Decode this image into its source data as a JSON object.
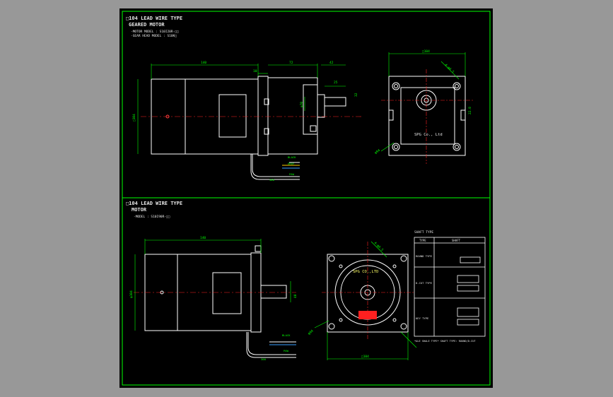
{
  "colors": {
    "background": "#989898",
    "sheet": "#000000",
    "frame": "#00ff00",
    "outline": "#ffffff",
    "centerline": "#ff2020",
    "dimension": "#00ff00",
    "text": "#e6e6e6",
    "wire_blue": "#3aa0ff",
    "wire_yellow": "#ffd000",
    "hatch_red": "#ff2020"
  },
  "top_section": {
    "title_line": "□104 LEAD WIRE TYPE",
    "subtitle": "GEARED MOTOR",
    "model_line_1": "-MOTOR MODEL : S10I20R-□□",
    "model_line_2": "-GEAR HEAD MODEL : S10K□",
    "dims": {
      "motor_length": "140",
      "gap": "10",
      "gear_length": "72",
      "tip": "42",
      "shaft": "32",
      "height": "□104",
      "diameter": "φ70",
      "flange": "□104",
      "bolt_circle": "4-φ6.5",
      "pcd": "φ94",
      "key": "25",
      "side": "22.8"
    },
    "labels": {
      "lead_1": "BLACK",
      "lead_2": "GRAY",
      "lead_3": "PAW",
      "lead_4": "300",
      "brand": "SPG Co., Ltd"
    }
  },
  "bottom_section": {
    "title_line": "□104 LEAD WIRE TYPE",
    "subtitle": "MOTOR",
    "model_line": "-MODEL : S10I90R-□□",
    "dims": {
      "length": "140",
      "tip": "40",
      "height": "φ104",
      "width": "□104",
      "hole": "4-φ6.5",
      "pcd": "φ94"
    },
    "labels": {
      "lead_1": "BLACK",
      "lead_2": "PAW",
      "lead_3": "300",
      "brand": "SPG CO.,LTD"
    },
    "table": {
      "title": "SHAFT TYPE",
      "col_1": "TYPE",
      "col_2": "SHAFT",
      "rows": [
        "ROUND TYPE",
        "D-CUT TYPE",
        "KEY TYPE"
      ],
      "note": "*ALE SHALE TYPE* SHAFT TYPE: ROUND/D-CUT"
    }
  }
}
